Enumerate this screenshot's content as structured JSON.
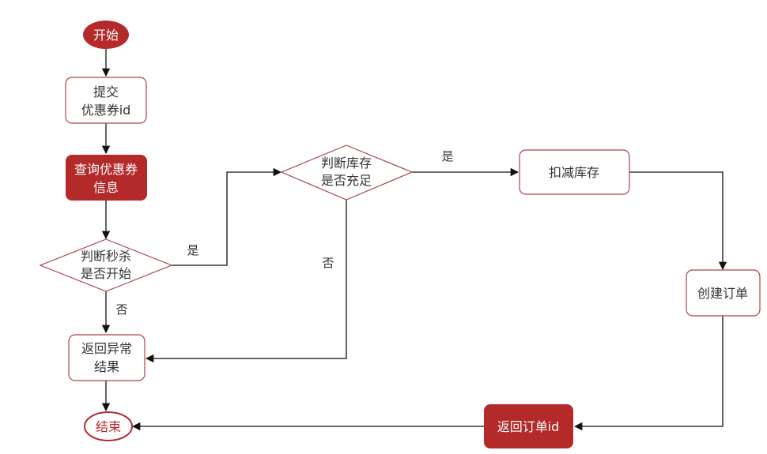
{
  "colors": {
    "accent": "#b42a2a",
    "node_border": "#a8464a",
    "line": "#111111",
    "text_dark": "#333333",
    "text_light": "#ffffff"
  },
  "nodes": {
    "start": "开始",
    "submit_line1": "提交",
    "submit_line2": "优惠券id",
    "query_line1": "查询优惠券",
    "query_line2": "信息",
    "check_seckill_line1": "判断秒杀",
    "check_seckill_line2": "是否开始",
    "check_stock_line1": "判断库存",
    "check_stock_line2": "是否充足",
    "deduct_stock": "扣减库存",
    "create_order": "创建订单",
    "return_error_line1": "返回异常",
    "return_error_line2": "结果",
    "return_order": "返回订单id",
    "end": "结束"
  },
  "edge_labels": {
    "seckill_yes": "是",
    "seckill_no": "否",
    "stock_yes": "是",
    "stock_no": "否"
  }
}
